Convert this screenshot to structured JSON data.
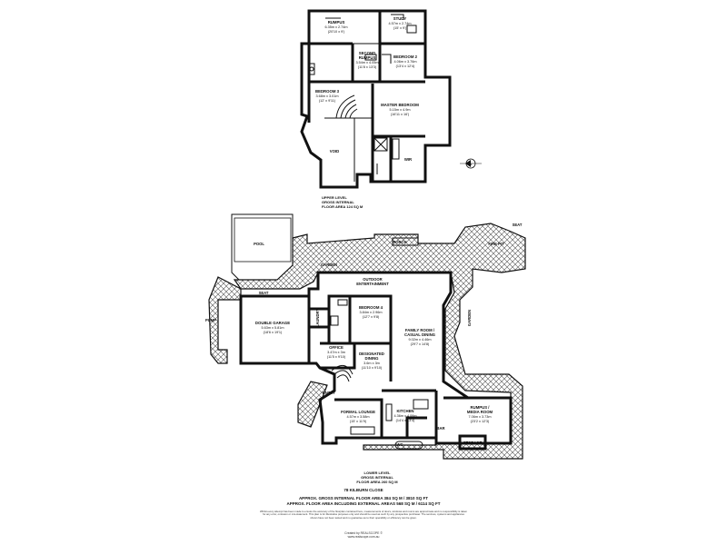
{
  "upper": {
    "level_title": "UPPER LEVEL",
    "level_line2": "GROSS INTERNAL",
    "level_line3": "FLOOR AREA 124 SQ M",
    "rooms": {
      "rumpus": {
        "name": "RUMPUS",
        "d1": "6.35m x 2.74m",
        "d2": "(20'10 x 9')"
      },
      "study": {
        "name": "STUDY",
        "d1": "4.57m x 2.74m",
        "d2": "(15' x 9')"
      },
      "second_rumpus": {
        "name": "SECOND",
        "name2": "RUMPUS",
        "d1": "3.54m x 4.05m",
        "d2": "(11'8 x 13'3)"
      },
      "bedroom2": {
        "name": "BEDROOM 2",
        "d1": "4.06m x 3.76m",
        "d2": "(13'4 x 12'4)"
      },
      "bedroom3": {
        "name": "BEDROOM 3",
        "d1": "3.68m x 3.01m",
        "d2": "(12' x 9'11)"
      },
      "master": {
        "name": "MASTER BEDROOM",
        "d1": "5.15m x 4.9m",
        "d2": "(16'11 x 16')"
      },
      "void": {
        "name": "VOID"
      },
      "wir": {
        "name": "WIR"
      }
    }
  },
  "lower": {
    "level_title": "LOWER LEVEL",
    "level_line2": "GROSS INTERNAL",
    "level_line3": "FLOOR AREA 260 SQ M",
    "labels": {
      "pool": "POOL",
      "garden_top": "GARDEN",
      "garden_side": "GARDEN",
      "seat_left": "SEAT",
      "seat_right": "SEAT",
      "pump": "PUMP",
      "porch": "PORCH",
      "fire_pit": "FIRE PIT",
      "outdoor": "OUTDOOR",
      "entertainment": "ENTERTAINMENT",
      "entry": "ENTRY",
      "bar": "BAR",
      "wc": "WC",
      "storage": "STORAGE",
      "laundry": "LAUNDRY"
    },
    "rooms": {
      "garage": {
        "name": "DOUBLE GARAGE",
        "d1": "5.63m x 5.81m",
        "d2": "(18'6 x 19'1)"
      },
      "bedroom4": {
        "name": "BEDROOM 4",
        "d1": "3.84m x 2.96m",
        "d2": "(12'7 x 9'8)"
      },
      "family": {
        "name": "FAMILY ROOM /",
        "name2": "CASUAL DINING",
        "d1": "9.02m x 4.46m",
        "d2": "(29'7 x 14'8)"
      },
      "office": {
        "name": "OFFICE",
        "d1": "3.47m x 3m",
        "d2": "(11'5 x 9'10)"
      },
      "dining": {
        "name": "DESIGNATED",
        "name2": "DINING",
        "d1": "3.6m x 3m",
        "d2": "(11'10 x 9'10)"
      },
      "formal": {
        "name": "FORMAL LOUNGE",
        "d1": "4.57m x 3.58m",
        "d2": "(15' x 11'9)"
      },
      "kitchen": {
        "name": "KITCHEN",
        "d1": "4.36m x 4.06m",
        "d2": "(14'4 x 13'4)"
      },
      "media": {
        "name": "RUMPUS /",
        "name2": "MEDIA ROOM",
        "d1": "7.06m x 3.73m",
        "d2": "(23'2 x 12'3)"
      }
    }
  },
  "footer": {
    "address": "78 KILBURN CLOSE",
    "area_internal": "APPROX. GROSS INTERNAL FLOOR AREA 384 SQ M / 3810 SQ FT",
    "area_external": "APPROX. FLOOR AREA INCLUDING EXTERNAL AREAS 568 SQ M / 6114 SQ FT",
    "disclaimer": "Whilst every attempt has been made to ensure the accuracy of the floorplan contained here, measurements of doors, windows and rooms are approximate and no responsibility is taken for any error, omission or mis-statement. This plan is for illustrative purposes only and should be used as such by any prospective purchaser. The services, systems and appliances shown have not been tested and no guarantee as to their operability or efficiency can be given.",
    "credit": "Created by REALSCOPE ©",
    "credit_url": "www.realscope.com.au"
  },
  "compass": {
    "label": "N"
  }
}
